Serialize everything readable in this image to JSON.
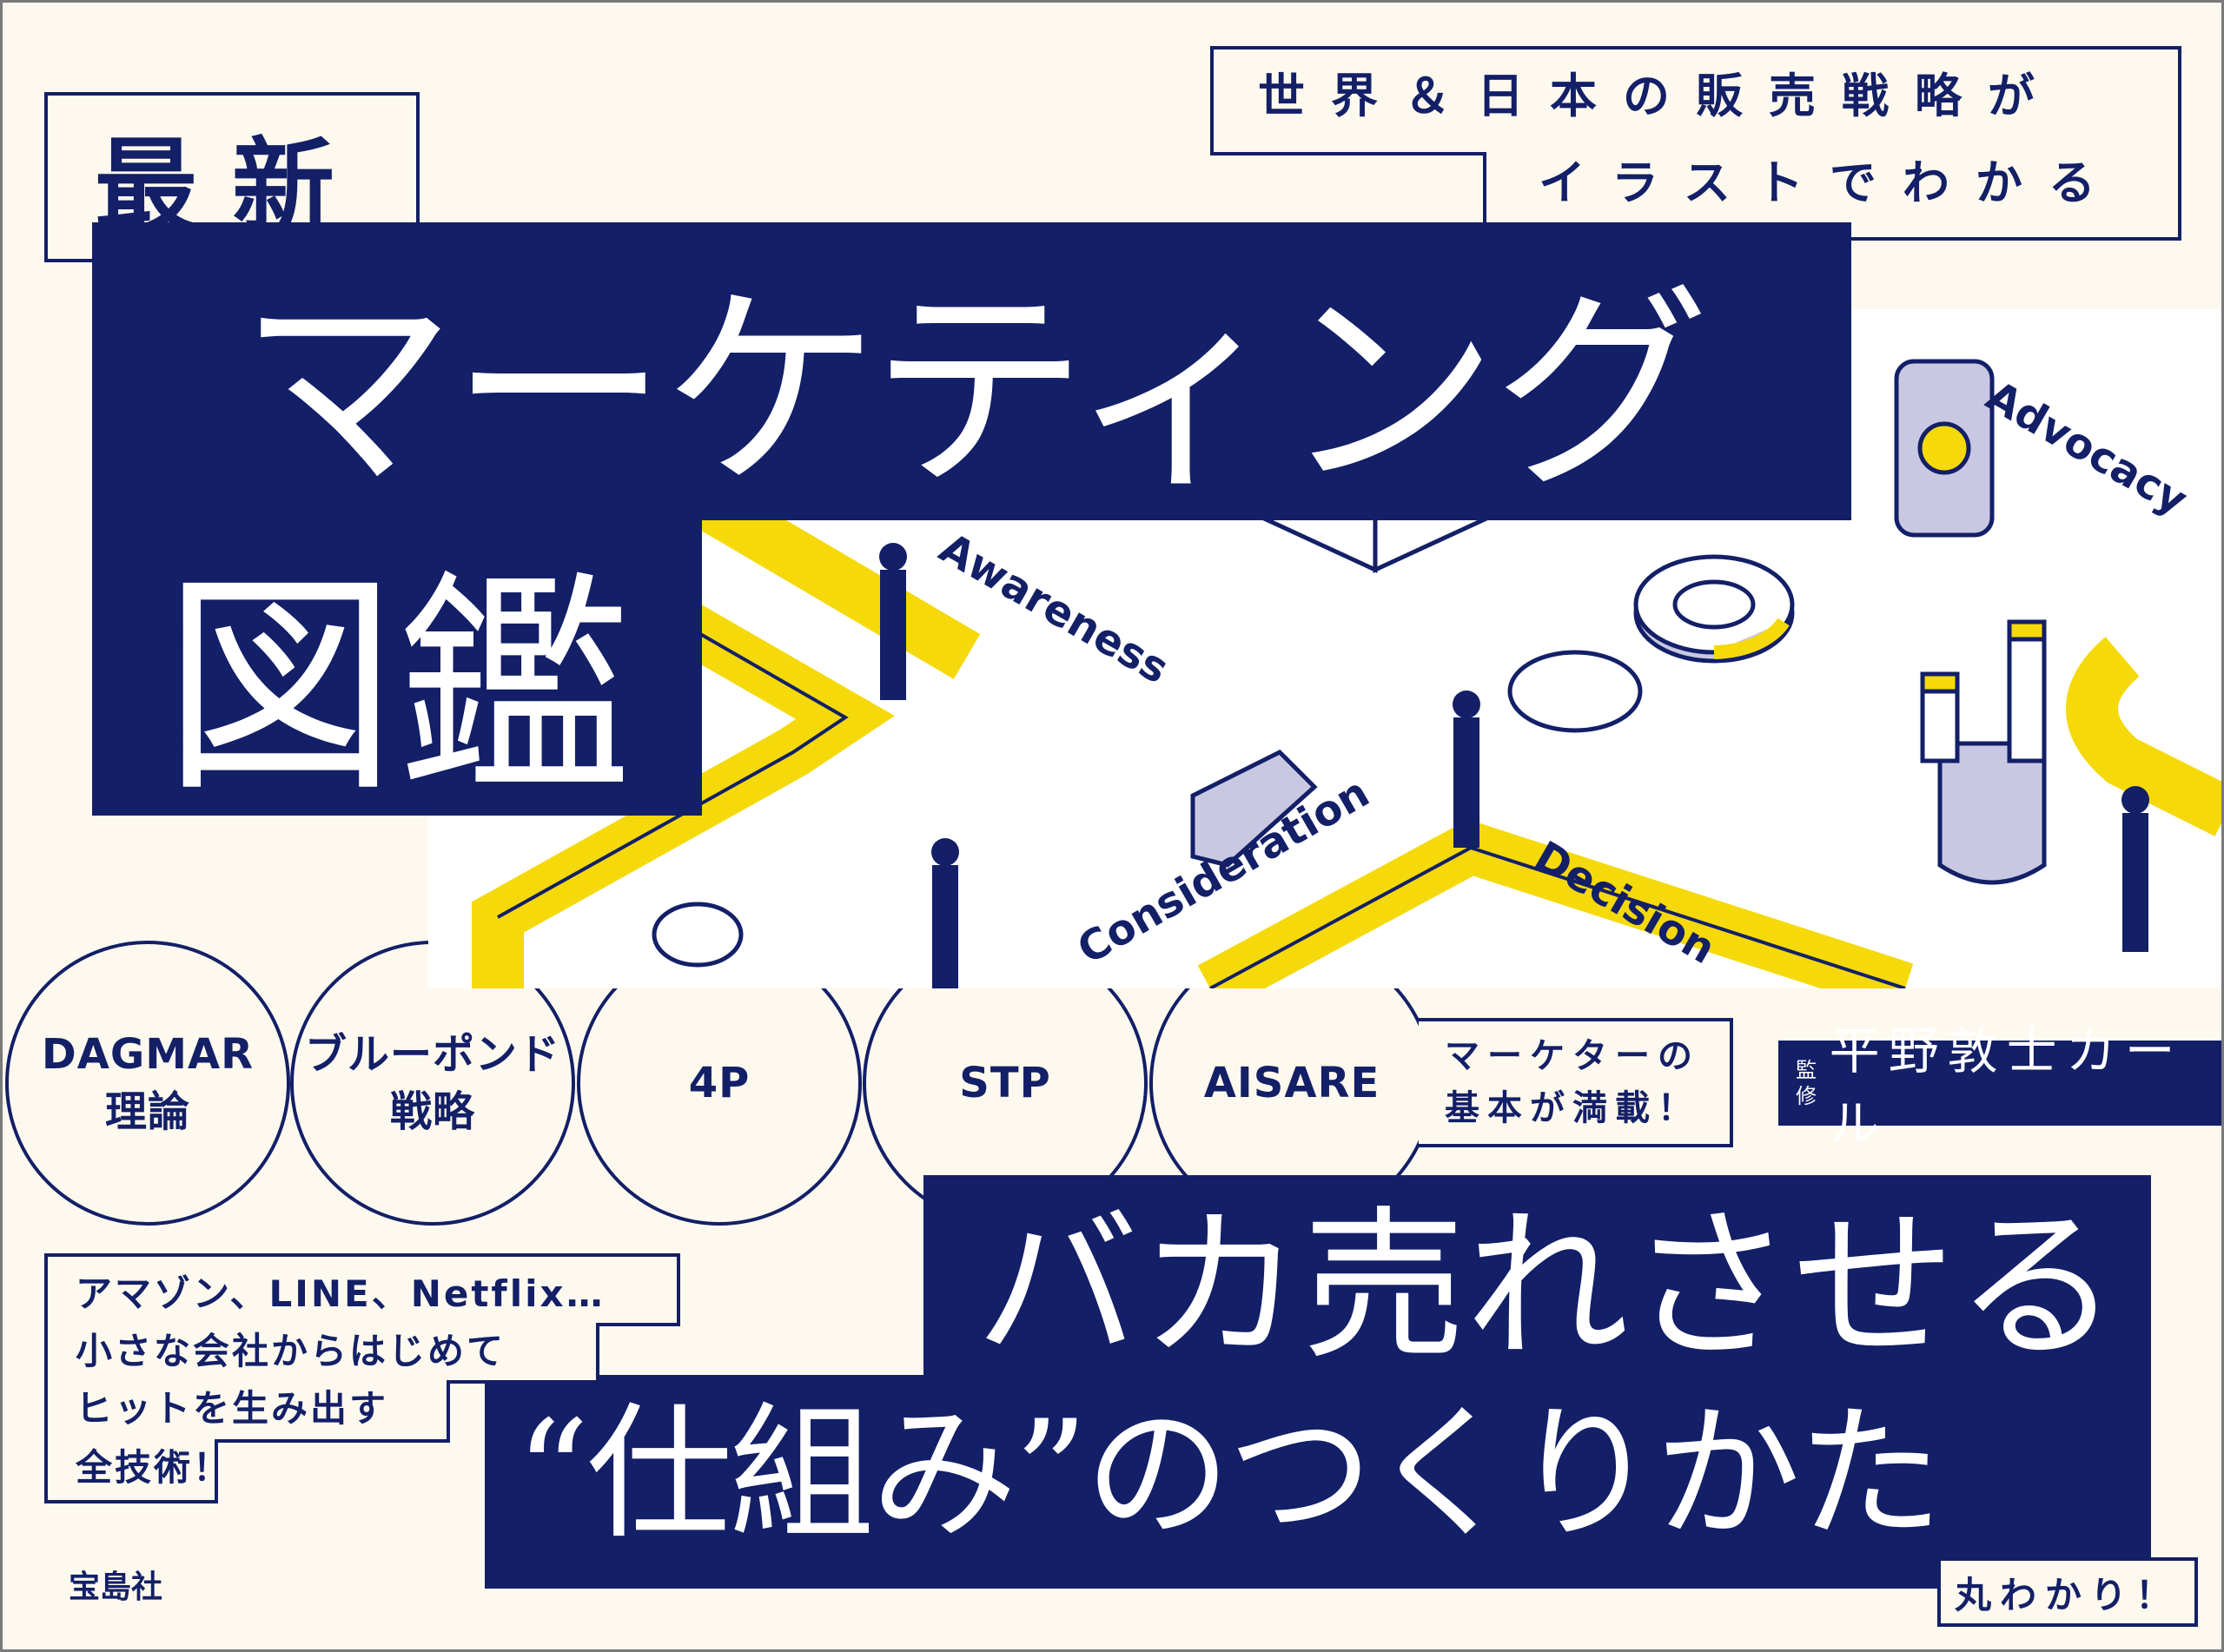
{
  "cover": {
    "latest": "最新",
    "tagline": [
      "世界＆日本の販売戦略が",
      "イラストでわかる"
    ],
    "title_line1": "マーケティング",
    "title_line2": "図鑑",
    "illustration_labels": [
      "Awareness",
      "Consideration",
      "Decision",
      "Advocacy"
    ],
    "topics": [
      {
        "line1": "DAGMAR",
        "line2": "理論"
      },
      {
        "line1": "ブルーポンド",
        "line2": "戦略"
      },
      {
        "line1": "4P",
        "line2": ""
      },
      {
        "line1": "STP",
        "line2": ""
      },
      {
        "line1": "AISARE",
        "line2": ""
      }
    ],
    "basics": [
      "マーケターの",
      "基本が満載！"
    ],
    "supervisor_label": [
      "監",
      "修"
    ],
    "supervisor_name": "平野敦士カール",
    "headline_line1": "バカ売れさせる",
    "headline_line2": "“仕組み”のつくりかた",
    "headline_tag": "丸わかり！",
    "lead": [
      "アマゾン、LINE、Netflix…",
      "小さな会社からはじめて",
      "ヒットを生み出す",
      "全技術！"
    ],
    "publisher": "宝島社",
    "colors": {
      "navy": "#131f67",
      "cream": "#fdf9ee",
      "yellow": "#f5d90a",
      "lavender": "#c9c8e3"
    }
  }
}
